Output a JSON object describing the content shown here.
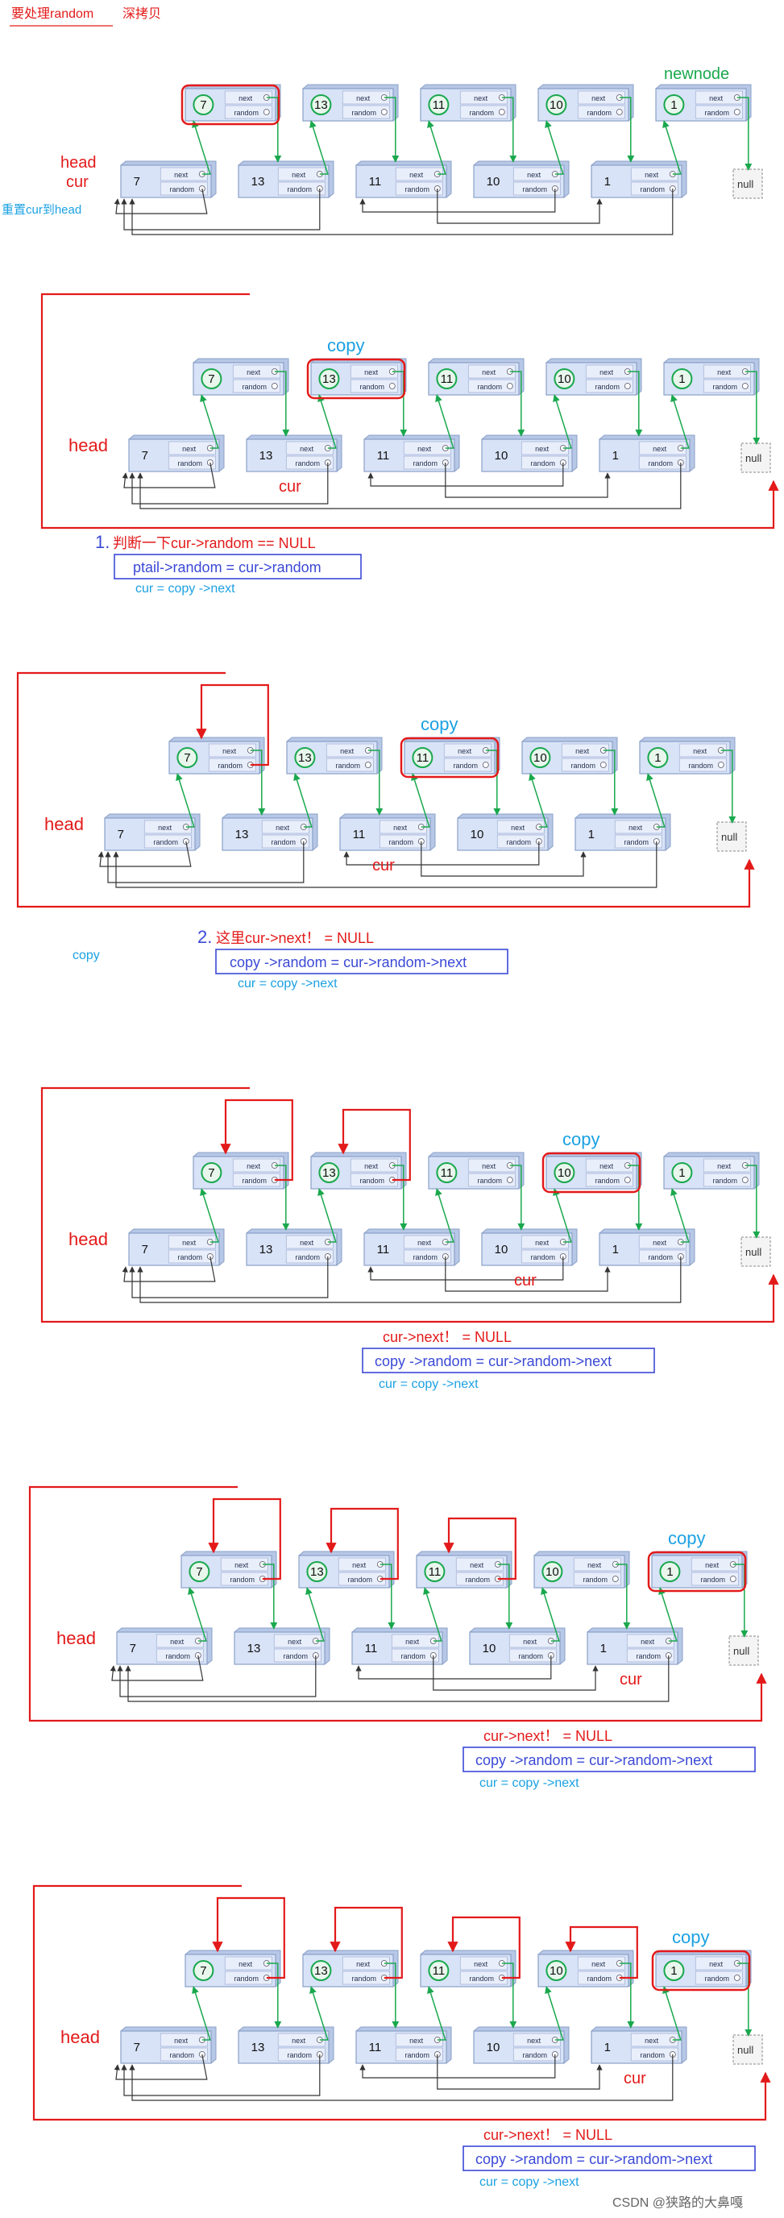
{
  "header": {
    "title_red": "要处理random",
    "title_black": "深拷贝"
  },
  "labels": {
    "newnode": "newnode",
    "head": "head",
    "cur": "cur",
    "copy": "copy",
    "reset": "重置cur到head",
    "null": "null",
    "next": "next",
    "random": "random"
  },
  "values": {
    "originals": [
      "7",
      "13",
      "11",
      "10",
      "1"
    ],
    "copies": [
      "7",
      "13",
      "11",
      "10",
      "1"
    ]
  },
  "steps": {
    "s1_num": "1.",
    "s1_check": "判断一下cur->random == NULL",
    "s1_code": "ptail->random = cur->random",
    "s1_move": "cur =      copy   ->next",
    "s2_num": "2.",
    "s2_check": "这里cur->next！ = NULL",
    "s2_code": "copy  ->random = cur->random->next",
    "s2_move": "cur =       copy   ->next",
    "s2_side": "copy",
    "gen_check": "cur->next！ = NULL",
    "gen_code": "copy  ->random = cur->random->next",
    "gen_move": "cur =       copy     ->next"
  },
  "watermark": "CSDN @狭路的大鼻嘎",
  "colors": {
    "red": "#e31a1a",
    "green": "#1aa84d",
    "blue": "#3b49d6",
    "cyan": "#1ba1e2"
  }
}
